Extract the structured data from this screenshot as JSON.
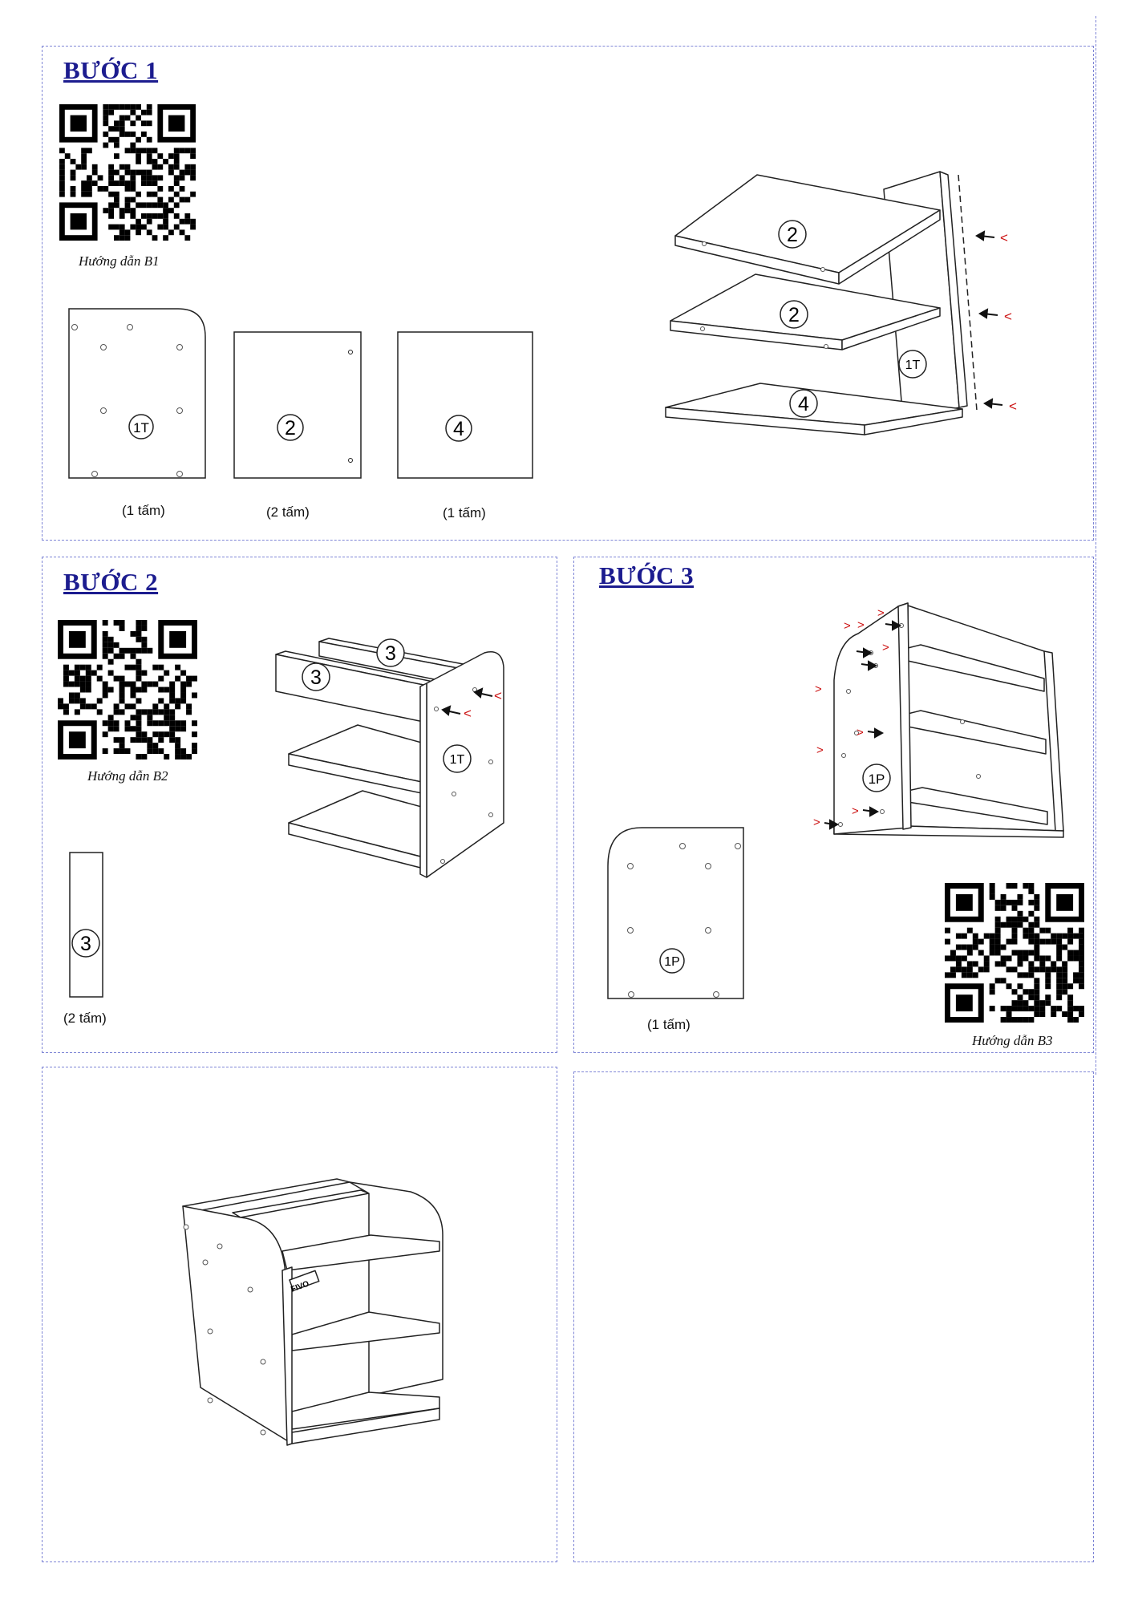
{
  "step1": {
    "title": "BƯỚC 1",
    "qr_caption": "Hướng dẫn B1",
    "parts": [
      {
        "label": "1T",
        "qty": "(1 tấm)"
      },
      {
        "label": "2",
        "qty": "(2 tấm)"
      },
      {
        "label": "4",
        "qty": "(1 tấm)"
      }
    ],
    "assembly_labels": {
      "shelf_top": "2",
      "shelf_mid": "2",
      "side": "1T",
      "bottom": "4"
    },
    "arrow_marks": [
      "<",
      "<",
      "<"
    ]
  },
  "step2": {
    "title": "BƯỚC 2",
    "qr_caption": "Hướng dẫn B2",
    "part": {
      "label": "3",
      "qty": "(2 tấm)"
    },
    "assembly_labels": {
      "rail_back": "3",
      "rail_front": "3",
      "side": "1T"
    },
    "arrow_marks": [
      "<",
      "<"
    ]
  },
  "step3": {
    "title": "BƯỚC 3",
    "qr_caption": "Hướng dẫn B3",
    "part": {
      "label": "1P",
      "qty": "(1 tấm)"
    },
    "assembly_labels": {
      "side": "1P"
    },
    "arrow_marks": [
      ">",
      ">",
      ">",
      ">",
      ">",
      ">",
      ">",
      ">",
      ">"
    ]
  },
  "final": {
    "logo_text": "FIVO"
  },
  "icons": [
    "qr-code",
    "screw-hole",
    "insert-arrow"
  ],
  "colors": {
    "title": "#1c1c8f",
    "border": "#7f86d6",
    "arrow_mark": "#cc1111"
  }
}
